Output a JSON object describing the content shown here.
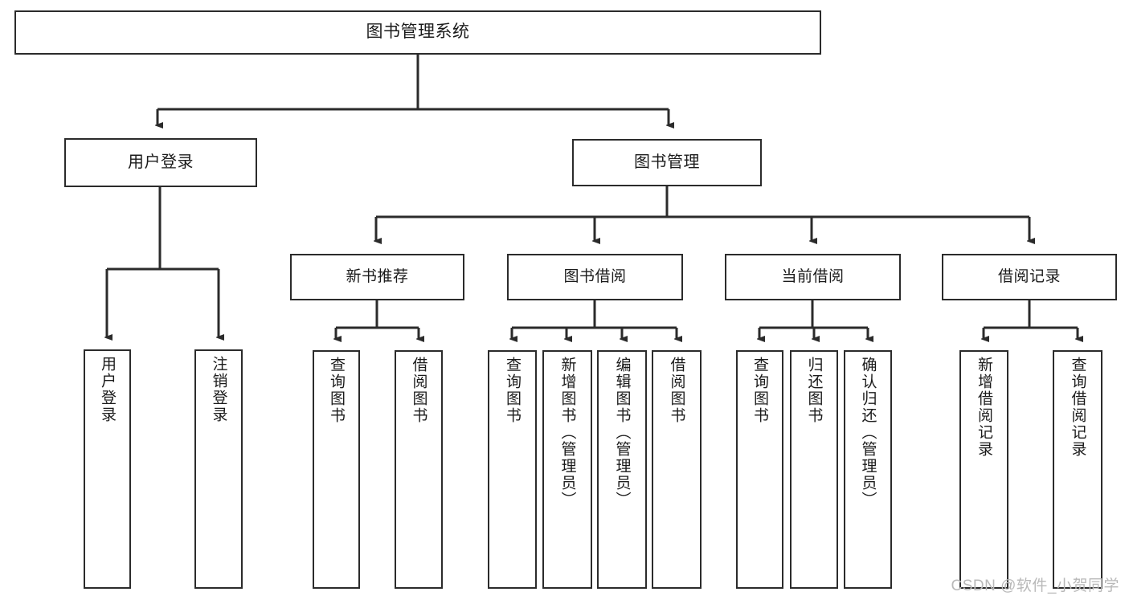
{
  "diagram": {
    "title": "图书管理系统",
    "watermark": "CSDN @软件_小贺同学",
    "colors": {
      "box_border": "#2b2b2b",
      "box_fill": "#ffffff",
      "edge": "#2b2b2b",
      "text": "#1b1b1b",
      "watermark": "#b9b9b9",
      "background": "#ffffff"
    },
    "root": {
      "label": "图书管理系统"
    },
    "level1": [
      {
        "label": "用户登录"
      },
      {
        "label": "图书管理"
      }
    ],
    "level2": [
      {
        "label": "新书推荐"
      },
      {
        "label": "图书借阅"
      },
      {
        "label": "当前借阅"
      },
      {
        "label": "借阅记录"
      }
    ],
    "leaves": {
      "user_login": [
        {
          "label": "用户登录"
        },
        {
          "label": "注销登录"
        }
      ],
      "new_book_recommend": [
        {
          "label": "查询图书"
        },
        {
          "label": "借阅图书"
        }
      ],
      "book_borrow": [
        {
          "label": "查询图书"
        },
        {
          "label": "新增图书（管理员）"
        },
        {
          "label": "编辑图书（管理员）"
        },
        {
          "label": "借阅图书"
        }
      ],
      "current_borrow": [
        {
          "label": "查询图书"
        },
        {
          "label": "归还图书"
        },
        {
          "label": "确认归还（管理员）"
        }
      ],
      "borrow_record": [
        {
          "label": "新增借阅记录"
        },
        {
          "label": "查询借阅记录"
        }
      ]
    }
  }
}
